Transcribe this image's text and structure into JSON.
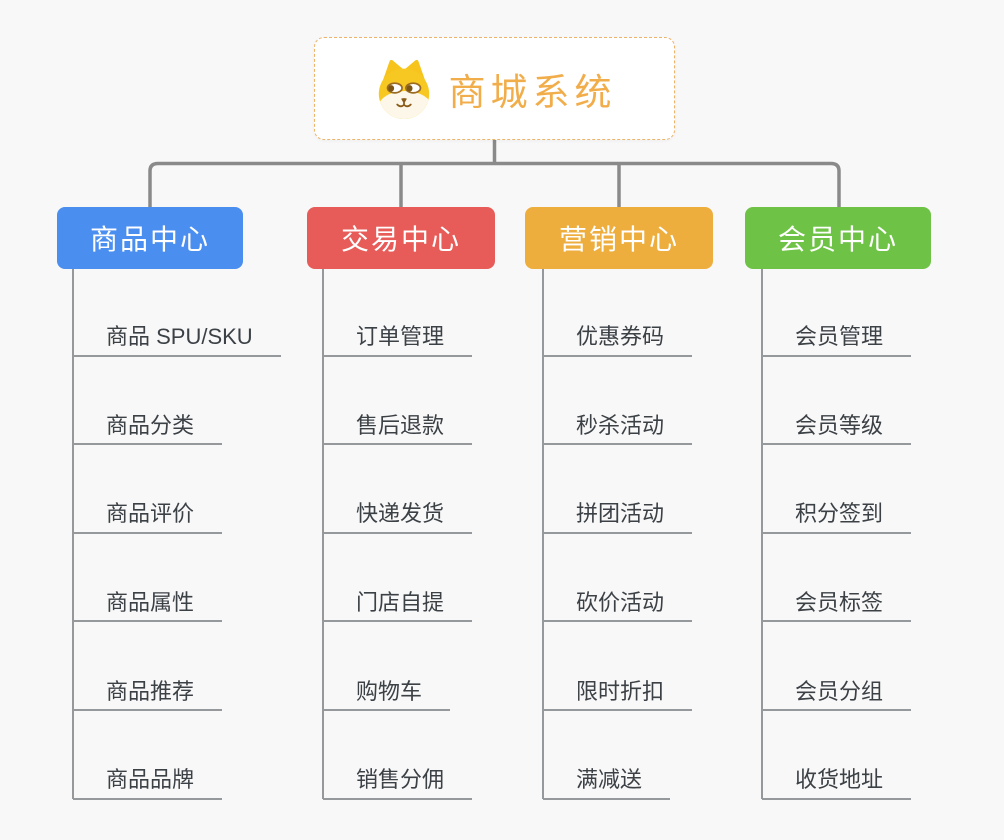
{
  "root": {
    "label": "商城系统",
    "icon": "dog-face-icon"
  },
  "branches": [
    {
      "id": "product-center",
      "label": "商品中心",
      "color": "#4a8ef0",
      "children": [
        "商品 SPU/SKU",
        "商品分类",
        "商品评价",
        "商品属性",
        "商品推荐",
        "商品品牌"
      ]
    },
    {
      "id": "trade-center",
      "label": "交易中心",
      "color": "#e75c58",
      "children": [
        "订单管理",
        "售后退款",
        "快递发货",
        "门店自提",
        "购物车",
        "销售分佣"
      ]
    },
    {
      "id": "marketing-center",
      "label": "营销中心",
      "color": "#edae3d",
      "children": [
        "优惠券码",
        "秒杀活动",
        "拼团活动",
        "砍价活动",
        "限时折扣",
        "满减送"
      ]
    },
    {
      "id": "member-center",
      "label": "会员中心",
      "color": "#6ec246",
      "children": [
        "会员管理",
        "会员等级",
        "积分签到",
        "会员标签",
        "会员分组",
        "收货地址"
      ]
    }
  ],
  "colors": {
    "background": "#f8f8f8",
    "connector": "#8a8a8a",
    "subtopic_line": "#96999c",
    "root_border": "#edb36a",
    "root_text": "#f2ad4b"
  }
}
